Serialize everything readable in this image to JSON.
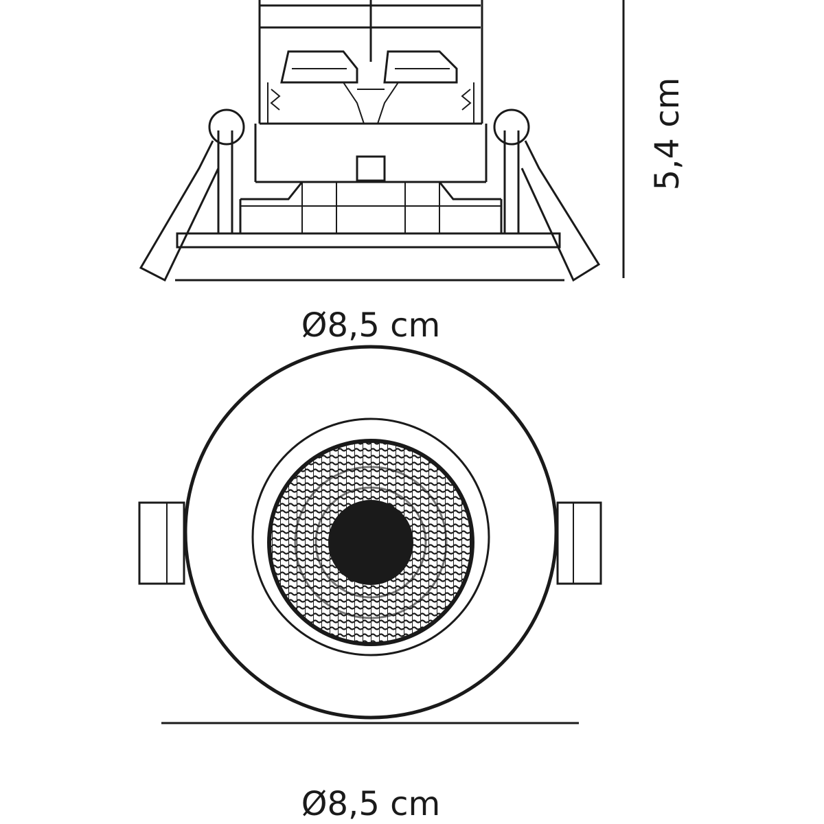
{
  "dimensions": {
    "side_width": "Ø8,5 cm",
    "height": "5,4 cm",
    "front_diameter": "Ø8,5 cm"
  },
  "colors": {
    "line": "#1a1a1a",
    "background": "#ffffff"
  }
}
